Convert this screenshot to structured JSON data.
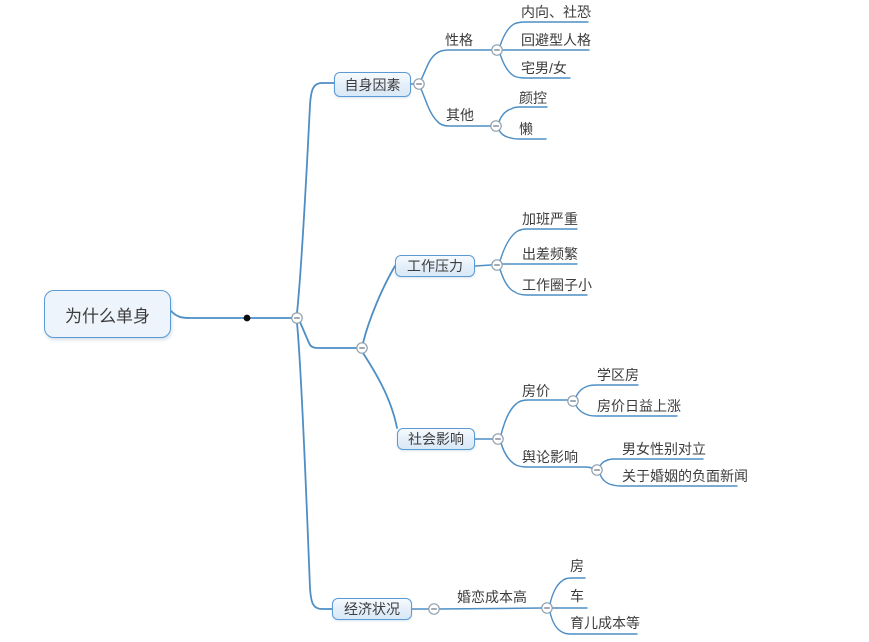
{
  "colors": {
    "background": "#ffffff",
    "edge_line": "#4d8ec5",
    "box_border": "#5b9bd5",
    "box_fill": "#e3eef9",
    "root_fill": "#edf4fb",
    "text": "#3c3c3c",
    "collapse_border": "#8fa0ae",
    "collapse_fill": "#ffffff",
    "connector_dot": "#0d0d0d"
  },
  "icons": {
    "collapse": "minus-icon",
    "connector": "dot-icon"
  },
  "root": {
    "label": "为什么单身"
  },
  "branches": [
    {
      "label": "自身因素",
      "children": [
        {
          "label": "性格",
          "children": [
            {
              "label": "内向、社恐"
            },
            {
              "label": "回避型人格"
            },
            {
              "label": "宅男/女"
            }
          ]
        },
        {
          "label": "其他",
          "children": [
            {
              "label": "颜控"
            },
            {
              "label": "懒"
            }
          ]
        }
      ]
    },
    {
      "label": "工作压力",
      "children": [
        {
          "label": "加班严重"
        },
        {
          "label": "出差频繁"
        },
        {
          "label": "工作圈子小"
        }
      ]
    },
    {
      "label": "社会影响",
      "children": [
        {
          "label": "房价",
          "children": [
            {
              "label": "学区房"
            },
            {
              "label": "房价日益上涨"
            }
          ]
        },
        {
          "label": "舆论影响",
          "children": [
            {
              "label": "男女性别对立"
            },
            {
              "label": "关于婚姻的负面新闻"
            }
          ]
        }
      ]
    },
    {
      "label": "经济状况",
      "children": [
        {
          "label": "婚恋成本高",
          "children": [
            {
              "label": "房"
            },
            {
              "label": "车"
            },
            {
              "label": "育儿成本等"
            }
          ]
        }
      ]
    }
  ]
}
